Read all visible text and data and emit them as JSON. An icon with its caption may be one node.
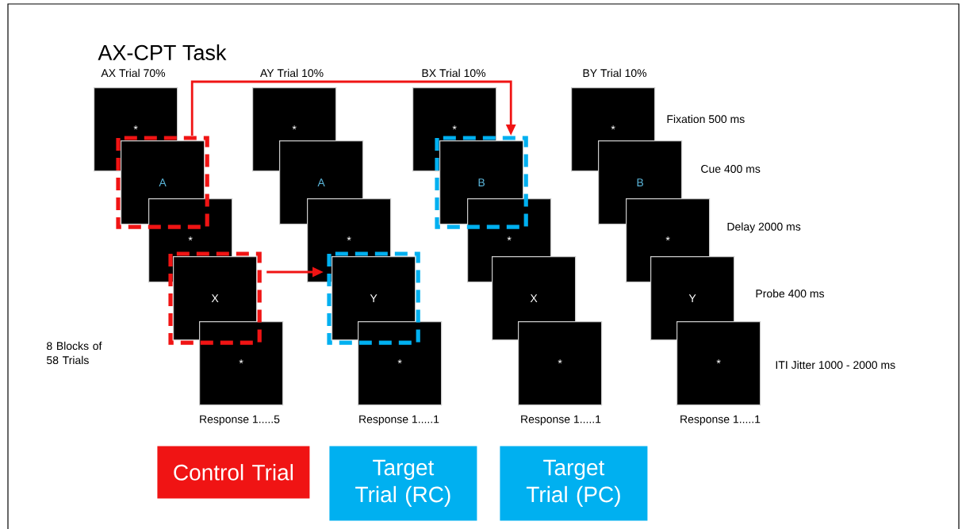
{
  "diagram": {
    "title": "AX-CPT Task",
    "nodes": [
      {
        "text": [
          "*"
        ]
      },
      {
        "text": [
          "A"
        ]
      },
      {
        "text": [
          "*"
        ]
      },
      {
        "text": [
          "X"
        ]
      },
      {
        "text": [
          "*"
        ]
      },
      {
        "text": [
          "*"
        ]
      },
      {
        "text": [
          "A"
        ]
      },
      {
        "text": [
          "*"
        ]
      },
      {
        "text": [
          "Y"
        ]
      },
      {
        "text": [
          "*"
        ]
      },
      {
        "text": [
          "*"
        ]
      },
      {
        "text": [
          "B"
        ]
      },
      {
        "text": [
          "*"
        ]
      },
      {
        "text": [
          "X"
        ]
      },
      {
        "text": [
          "*"
        ]
      },
      {
        "text": [
          "*"
        ]
      },
      {
        "text": [
          "B"
        ]
      },
      {
        "text": [
          "*"
        ]
      },
      {
        "text": [
          "Y"
        ]
      },
      {
        "text": [
          "*"
        ]
      },
      {
        "text": [
          "Control Trial"
        ]
      },
      {
        "text": [
          "Target Trial (RC)"
        ]
      },
      {
        "text": [
          "Target Trial (PC)"
        ]
      }
    ],
    "edges": [
      {
        "from": 1,
        "to": 11,
        "arrow": "to"
      },
      {
        "from": 3,
        "to": 8,
        "arrow": "to"
      }
    ],
    "labels": [
      "AX Trial 70%",
      "AY Trial 10%",
      "BX Trial 10%",
      "BY Trial 10%",
      "Fixation 500 ms",
      "Cue 400 ms",
      "Delay 2000 ms",
      "Probe 400 ms",
      "8 Blocks of 58 Trials",
      "ITI Jitter 1000 - 2000 ms",
      "Response 1.....5",
      "Response 1.....1",
      "Response 1.....1",
      "Response 1.....1"
    ]
  }
}
